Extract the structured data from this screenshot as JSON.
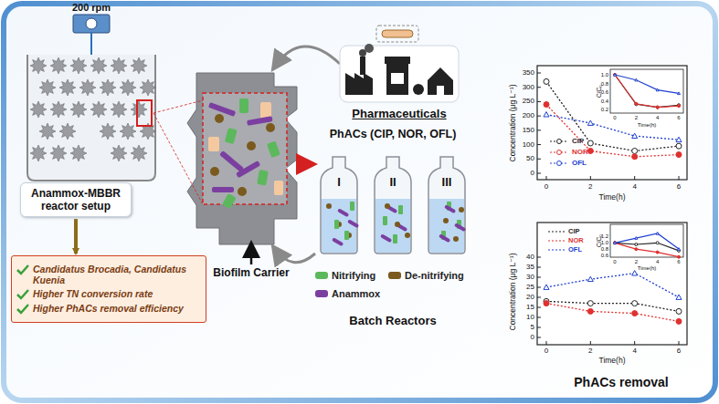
{
  "diagram": {
    "nodes": [
      {
        "text": [
          "Anammox-MBBR reactor setup"
        ]
      },
      {
        "text": [
          "Candidatus Brocadia, Candidatus Kuenia",
          "Higher TN conversion rate",
          "Higher PhACs removal efficiency"
        ]
      },
      {
        "text": [
          "Pharmaceuticals"
        ]
      },
      {
        "text": [
          "PhACs (CIP, NOR, OFL)"
        ]
      },
      {
        "text": [
          "I"
        ],
        "in": 3
      },
      {
        "text": [
          "II"
        ],
        "in": 3
      },
      {
        "text": [
          "III"
        ],
        "in": 3
      }
    ],
    "edges": [
      {
        "from": 0,
        "to": 1,
        "arrow": "to"
      }
    ],
    "labels": [
      "200 rpm",
      "Biofilm Carrier",
      "Batch Reactors",
      "PhACs removal",
      "Concentration (μg L⁻¹)",
      "0",
      "50",
      "100",
      "150",
      "200",
      "250",
      "300",
      "350",
      "0",
      "2",
      "4",
      "6",
      "Time(h)",
      "CIP",
      "NOR",
      "OFL",
      "C/C₀",
      "1.0",
      "0.8",
      "0.6",
      "0.4",
      "0.2",
      "0",
      "2",
      "4",
      "6",
      "Time(h)",
      "Concentration (μg L⁻¹)",
      "0",
      "5",
      "10",
      "15",
      "20",
      "25",
      "30",
      "35",
      "40",
      "0",
      "2",
      "4",
      "6",
      "Time(h)",
      "CIP",
      "NOR",
      "OFL",
      "C/C₀",
      "1.2",
      "1.0",
      "0.8",
      "0.6",
      "0",
      "2",
      "4",
      "6",
      "Time(h)"
    ],
    "legend": [
      {
        "text": "Nitrifying",
        "color": "#5cb85c"
      },
      {
        "text": "De-nitrifying",
        "color": "#7a5a1e"
      },
      {
        "text": "Anammox",
        "color": "#7b3fa0"
      }
    ]
  }
}
